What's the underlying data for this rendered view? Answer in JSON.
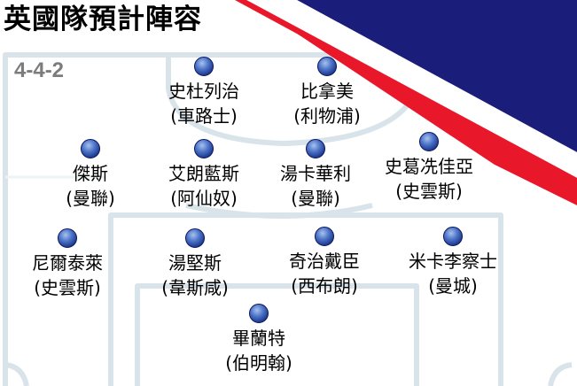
{
  "title": "英國隊預計陣容",
  "formation": "4-4-2",
  "colors": {
    "flag_blue": "#1a1e7a",
    "flag_red": "#e8182a",
    "pitch_line": "#d9e3ea",
    "ball": "#2b4ea8"
  },
  "players": [
    {
      "name": "史杜列治",
      "club": "(車路士)"
    },
    {
      "name": "比拿美",
      "club": "(利物浦)"
    },
    {
      "name": "傑斯",
      "club": "(曼聯)"
    },
    {
      "name": "艾朗藍斯",
      "club": "(阿仙奴)"
    },
    {
      "name": "湯卡華利",
      "club": "(曼聯)"
    },
    {
      "name": "史葛冼佳亞",
      "club": "(史雲斯)"
    },
    {
      "name": "尼爾泰萊",
      "club": "(史雲斯)"
    },
    {
      "name": "湯堅斯",
      "club": "(韋斯咸)"
    },
    {
      "name": "奇治戴臣",
      "club": "(西布朗)"
    },
    {
      "name": "米卡李察士",
      "club": "(曼城)"
    },
    {
      "name": "畢蘭特",
      "club": "(伯明翰)"
    }
  ]
}
